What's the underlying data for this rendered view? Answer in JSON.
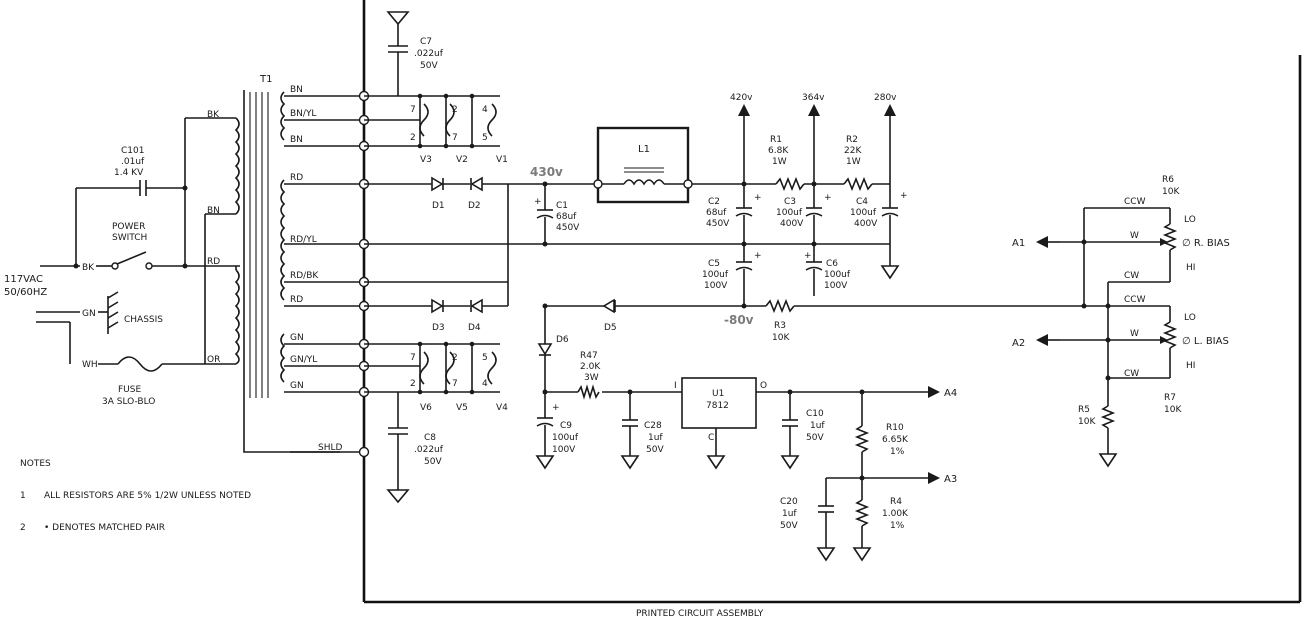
{
  "transformer": {
    "name": "T1",
    "primary_taps": [
      "BK",
      "BN",
      "RD",
      "OR"
    ],
    "secondary_taps": [
      "BN",
      "BN/YL",
      "BN",
      "RD",
      "RD/YL",
      "RD/BK",
      "RD",
      "GN",
      "GN/YL",
      "GN",
      "SHLD"
    ]
  },
  "input": {
    "line_label_1": "117VAC",
    "line_label_2": "50/60HZ",
    "wire_bk": "BK",
    "wire_gn": "GN",
    "wire_wh": "WH",
    "chassis": "CHASSIS",
    "power_switch_1": "POWER",
    "power_switch_2": "SWITCH",
    "fuse_1": "FUSE",
    "fuse_2": "3A SLO-BLO",
    "c101": [
      "C101",
      ".01uf",
      "1.4 KV"
    ]
  },
  "heaters": {
    "upper_pins": [
      "7",
      "2",
      "4",
      "2",
      "7",
      "5"
    ],
    "upper_labels": [
      "V3",
      "V2",
      "V1"
    ],
    "lower_pins": [
      "7",
      "2",
      "5",
      "2",
      "7",
      "4"
    ],
    "lower_labels": [
      "V6",
      "V5",
      "V4"
    ]
  },
  "components": {
    "c7": [
      "C7",
      ".022uf",
      "50V"
    ],
    "c8": [
      "C8",
      ".022uf",
      "50V"
    ],
    "l1": "L1",
    "d1": "D1",
    "d2": "D2",
    "d3": "D3",
    "d4": "D4",
    "d5": "D5",
    "d6": "D6",
    "c1": [
      "C1",
      "68uf",
      "450V"
    ],
    "c2": [
      "C2",
      "68uf",
      "450V"
    ],
    "c3": [
      "C3",
      "100uf",
      "400V"
    ],
    "c4": [
      "C4",
      "100uf",
      "400V"
    ],
    "c5": [
      "C5",
      "100uf",
      "100V"
    ],
    "c6": [
      "C6",
      "100uf",
      "100V"
    ],
    "r1": [
      "R1",
      "6.8K",
      "1W"
    ],
    "r2": [
      "R2",
      "22K",
      "1W"
    ],
    "r3": [
      "R3",
      "10K"
    ],
    "r47": [
      "R47",
      "2.0K",
      "3W"
    ],
    "c9": [
      "C9",
      "100uf",
      "100V"
    ],
    "c28": [
      "C28",
      "1uf",
      "50V"
    ],
    "u1": [
      "U1",
      "7812"
    ],
    "u1_pins": [
      "I",
      "O",
      "C"
    ],
    "c10": [
      "C10",
      "1uf",
      "50V"
    ],
    "r10": [
      "R10",
      "6.65K",
      "1%"
    ],
    "c20": [
      "C20",
      "1uf",
      "50V"
    ],
    "r4": [
      "R4",
      "1.00K",
      "1%"
    ],
    "r6": [
      "R6",
      "10K"
    ],
    "r5": [
      "R5",
      "10K"
    ],
    "r7": [
      "R7",
      "10K"
    ]
  },
  "voltages": {
    "v420": "420v",
    "v364": "364v",
    "v280": "280v",
    "v430": "430v",
    "vm80": "-80v"
  },
  "bias": {
    "r_bias": "∅ R. BIAS",
    "l_bias": "∅ L. BIAS",
    "ccw": "CCW",
    "w": "W",
    "cw": "CW",
    "lo": "LO",
    "hi": "HI"
  },
  "outputs": {
    "a1": "A1",
    "a2": "A2",
    "a3": "A3",
    "a4": "A4"
  },
  "notes": {
    "heading": "NOTES",
    "n1_num": "1",
    "n1": "ALL RESISTORS ARE 5% 1/2W UNLESS NOTED",
    "n2_num": "2",
    "n2": "• DENOTES MATCHED PAIR"
  },
  "board_label": "PRINTED CIRCUIT ASSEMBLY"
}
